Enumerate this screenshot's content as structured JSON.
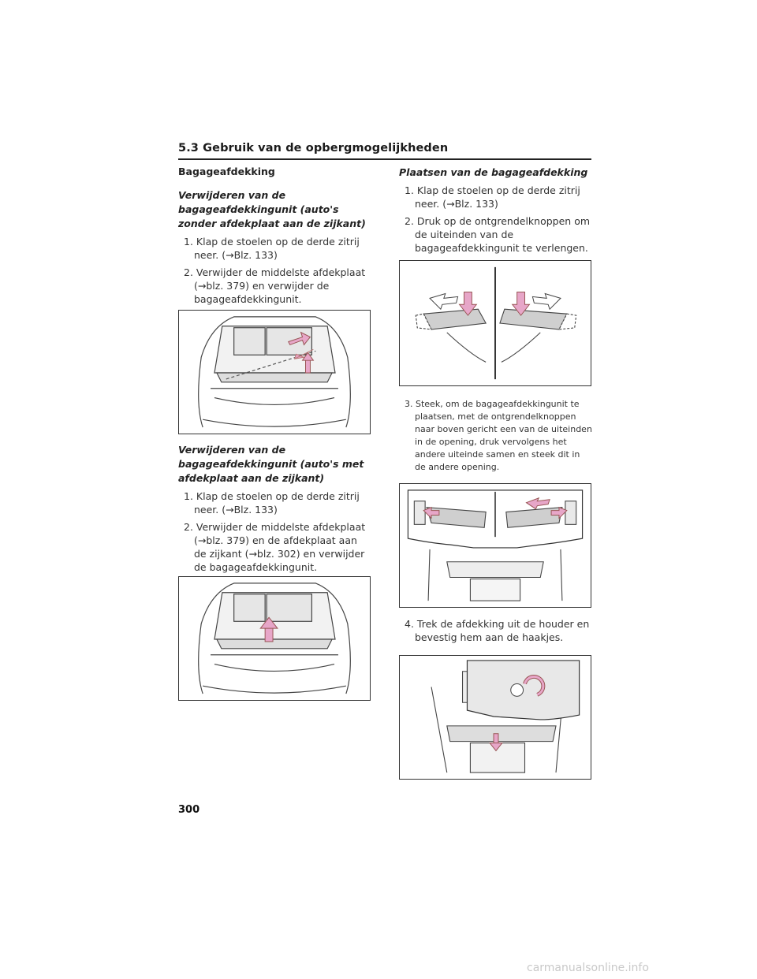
{
  "header": {
    "section": "5.3 Gebruik van de opbergmogelijkheden"
  },
  "left": {
    "title": "Bagageafdekking",
    "a": {
      "heading": "Verwijderen van de bagageafdekkingunit (auto's zonder afdekplaat aan de zijkant)",
      "steps": [
        "1. Klap de stoelen op de derde zitrij neer. (→Blz. 133)",
        "2. Verwijder de middelste afdekplaat (→blz. 379) en verwijder de bagageafdekkingunit."
      ]
    },
    "b": {
      "heading": "Verwijderen van de bagageafdekkingunit (auto's met afdekplaat aan de zijkant)",
      "steps": [
        "1. Klap de stoelen op de derde zitrij neer. (→Blz. 133)",
        "2. Verwijder de middelste afdekplaat (→blz. 379) en de afdekplaat aan de zijkant (→blz. 302) en verwijder de bagageafdekkingunit."
      ]
    }
  },
  "right": {
    "heading": "Plaatsen van de bagageafdekking",
    "steps": [
      "1. Klap de stoelen op de derde zitrij neer. (→Blz. 133)",
      "2. Druk op de ontgrendelknoppen om de uiteinden van de bagageafdekkingunit te verlengen.",
      "3. Steek, om de bagageafdekkingunit te plaatsen, met de ontgrendelknoppen naar boven gericht een van de uiteinden in de opening, druk vervolgens het andere uiteinde samen en steek dit in de andere opening.",
      "4. Trek de afdekking uit de houder en bevestig hem aan de haakjes."
    ]
  },
  "footer": {
    "page_number": "300",
    "watermark": "carmanualsonline.info"
  },
  "colors": {
    "arrow_pink": "#e7a6c8",
    "frame": "#333333"
  }
}
